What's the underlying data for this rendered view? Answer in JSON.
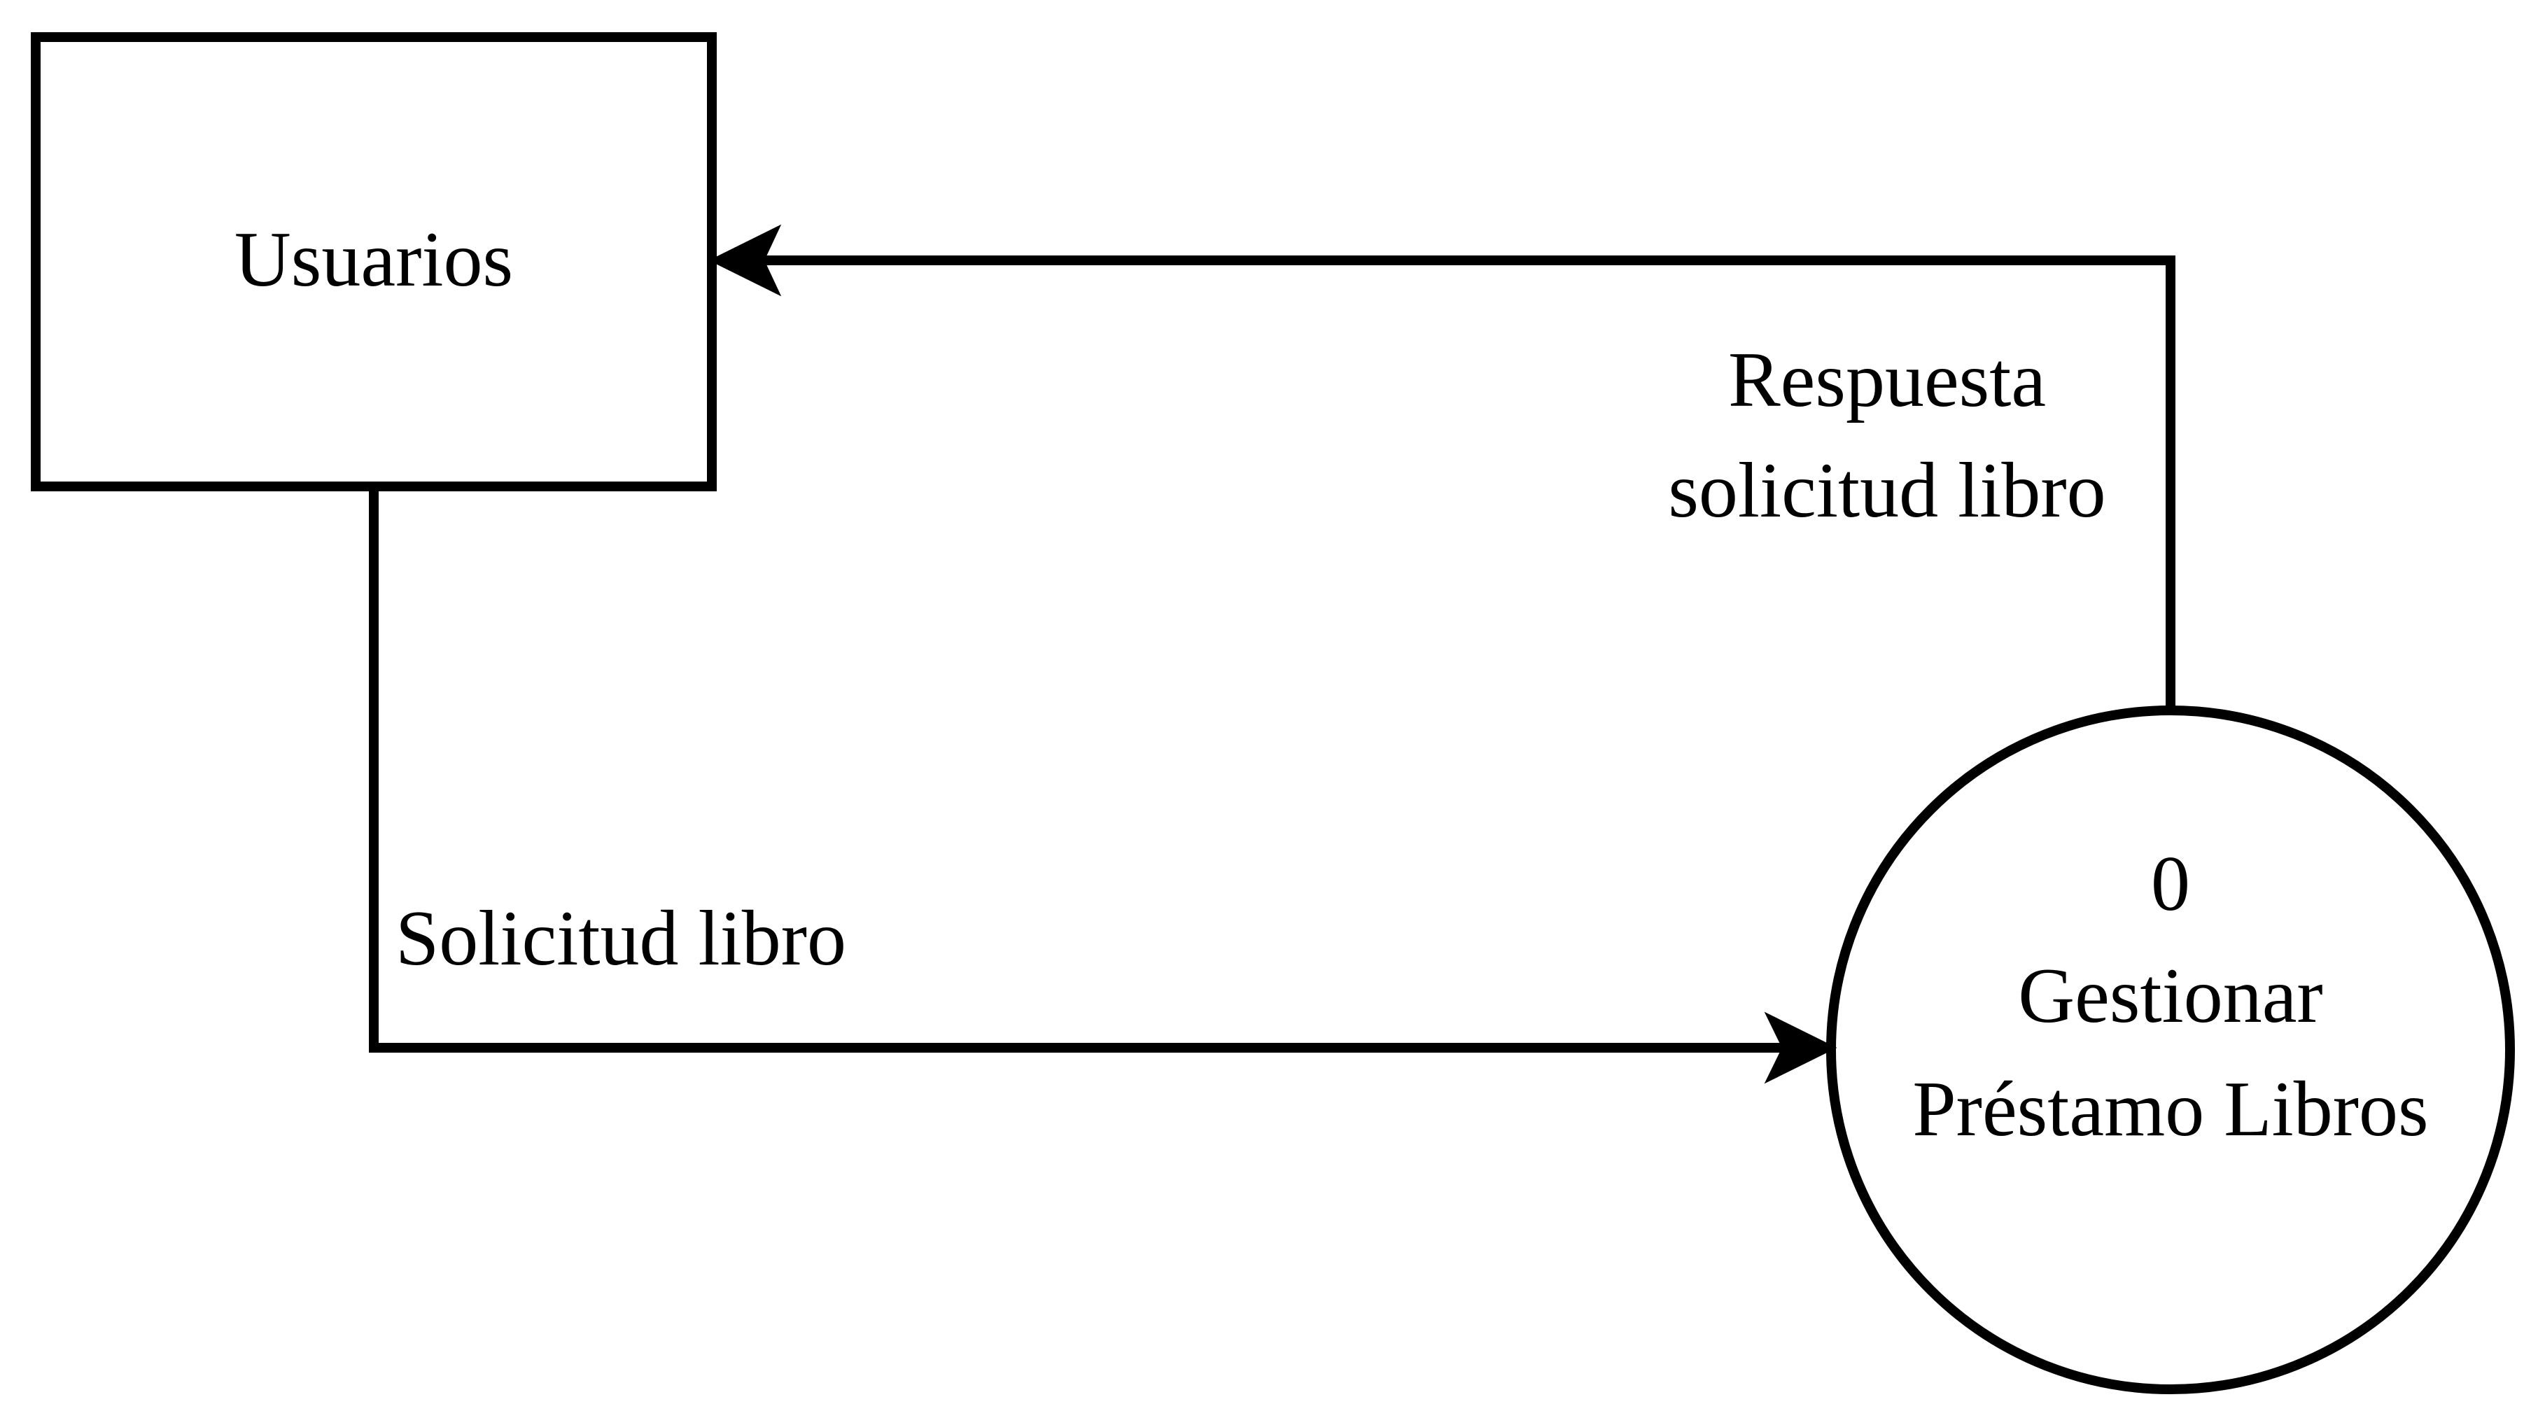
{
  "diagram": {
    "entity": {
      "label": "Usuarios"
    },
    "process": {
      "number": "0",
      "line1": "Gestionar",
      "line2": "Préstamo Libros"
    },
    "flows": {
      "request": {
        "label": "Solicitud libro"
      },
      "response": {
        "line1": "Respuesta",
        "line2": "solicitud libro"
      }
    }
  },
  "colors": {
    "stroke": "#000000",
    "background": "#ffffff"
  }
}
